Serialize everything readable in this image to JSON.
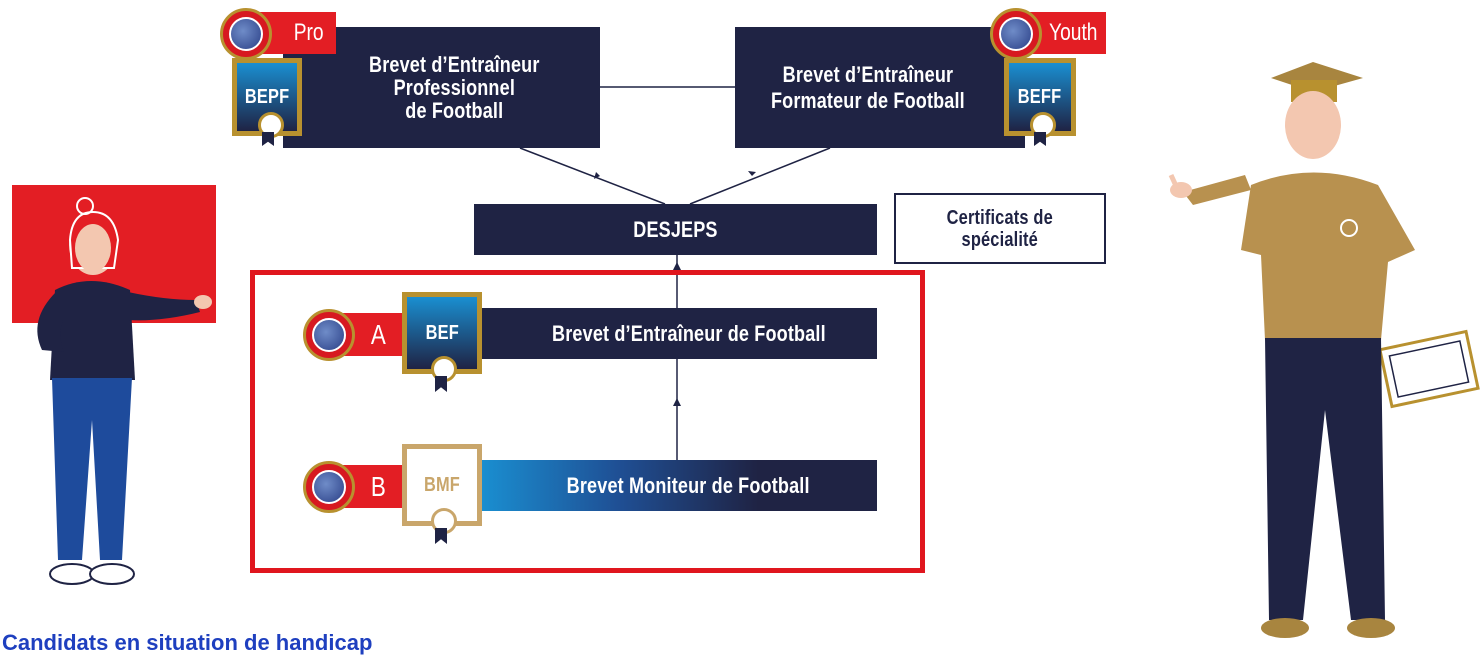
{
  "top_left": {
    "title_lines": [
      "Brevet d’Entraîneur",
      "Professionnel",
      "de Football"
    ],
    "badge": "BEPF",
    "level": "Pro",
    "logo": "UEFA"
  },
  "top_right": {
    "title_lines": [
      "Brevet d’Entraîneur",
      "Formateur de Football"
    ],
    "badge": "BEFF",
    "level": "Youth",
    "logo": "UEFA"
  },
  "desjeps": "DESJEPS",
  "certificats_lines": [
    "Certificats de",
    "spécialité"
  ],
  "level_a": {
    "letter": "A",
    "badge": "BEF",
    "title": "Brevet d’Entraîneur de Football",
    "logo": "UEFA"
  },
  "level_b": {
    "letter": "B",
    "badge": "BMF",
    "title": "Brevet Moniteur de Football",
    "logo": "UEFA"
  },
  "caption": "Candidats en situation de handicap",
  "colors": {
    "navy": "#1f2344",
    "red": "#e31e24",
    "gold": "#b8912f",
    "blue_gradient_start": "#1a8fd1",
    "highlight_border": "#e0161e",
    "caption_blue": "#1e3fbf"
  },
  "illustrations": {
    "left": "woman-coach-illustration",
    "right": "man-coach-graduate-illustration"
  }
}
